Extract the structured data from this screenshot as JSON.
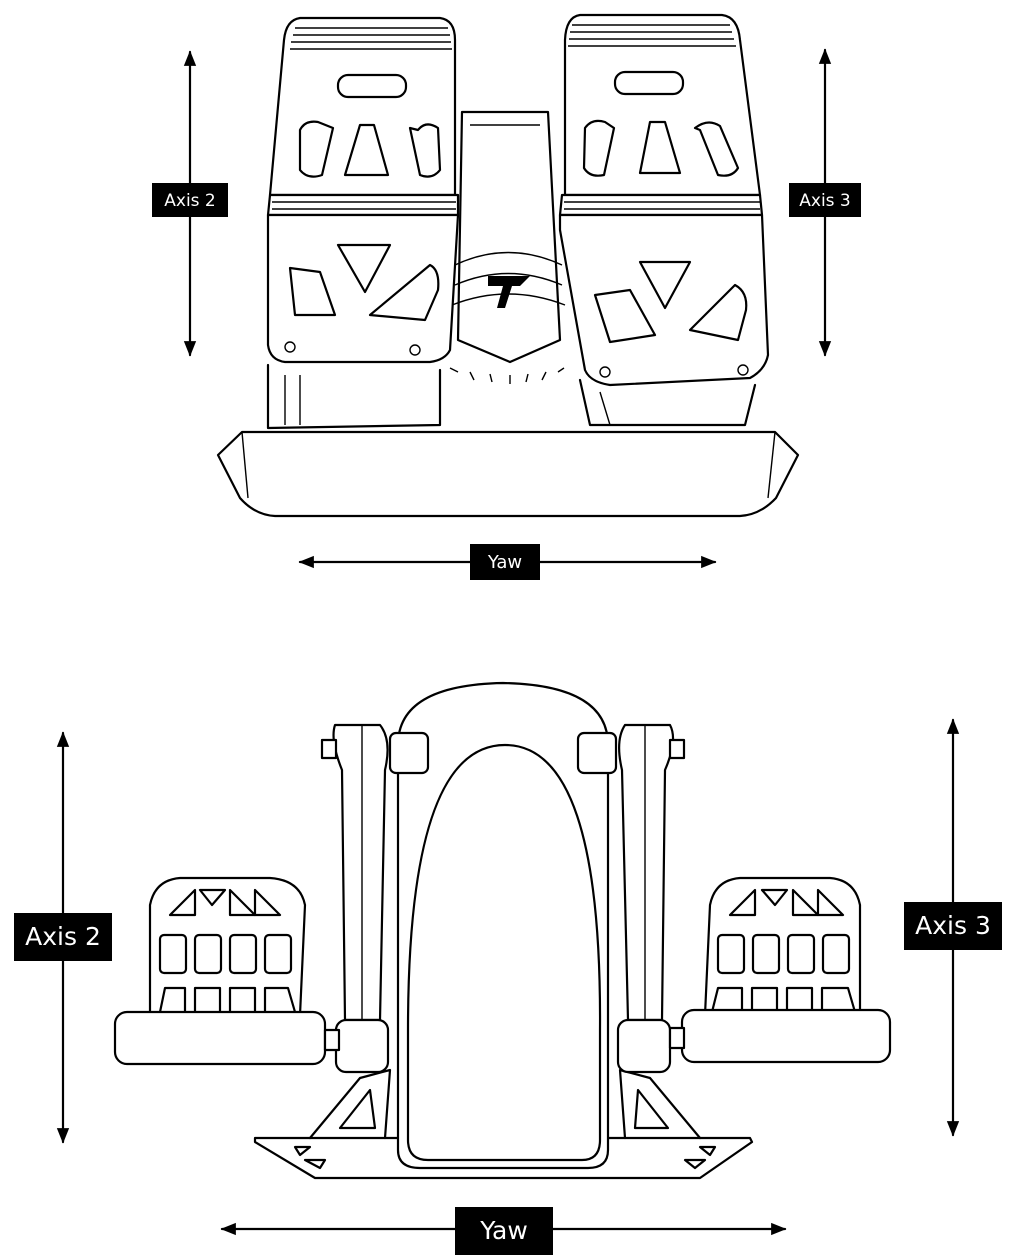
{
  "top_diagram": {
    "left_axis_label": "Axis 2",
    "right_axis_label": "Axis 3",
    "bottom_axis_label": "Yaw"
  },
  "bottom_diagram": {
    "left_axis_label": "Axis 2",
    "right_axis_label": "Axis 3",
    "bottom_axis_label": "Yaw"
  },
  "colors": {
    "line": "#000000",
    "label_bg": "#000000",
    "label_text": "#ffffff",
    "background": "#ffffff"
  }
}
